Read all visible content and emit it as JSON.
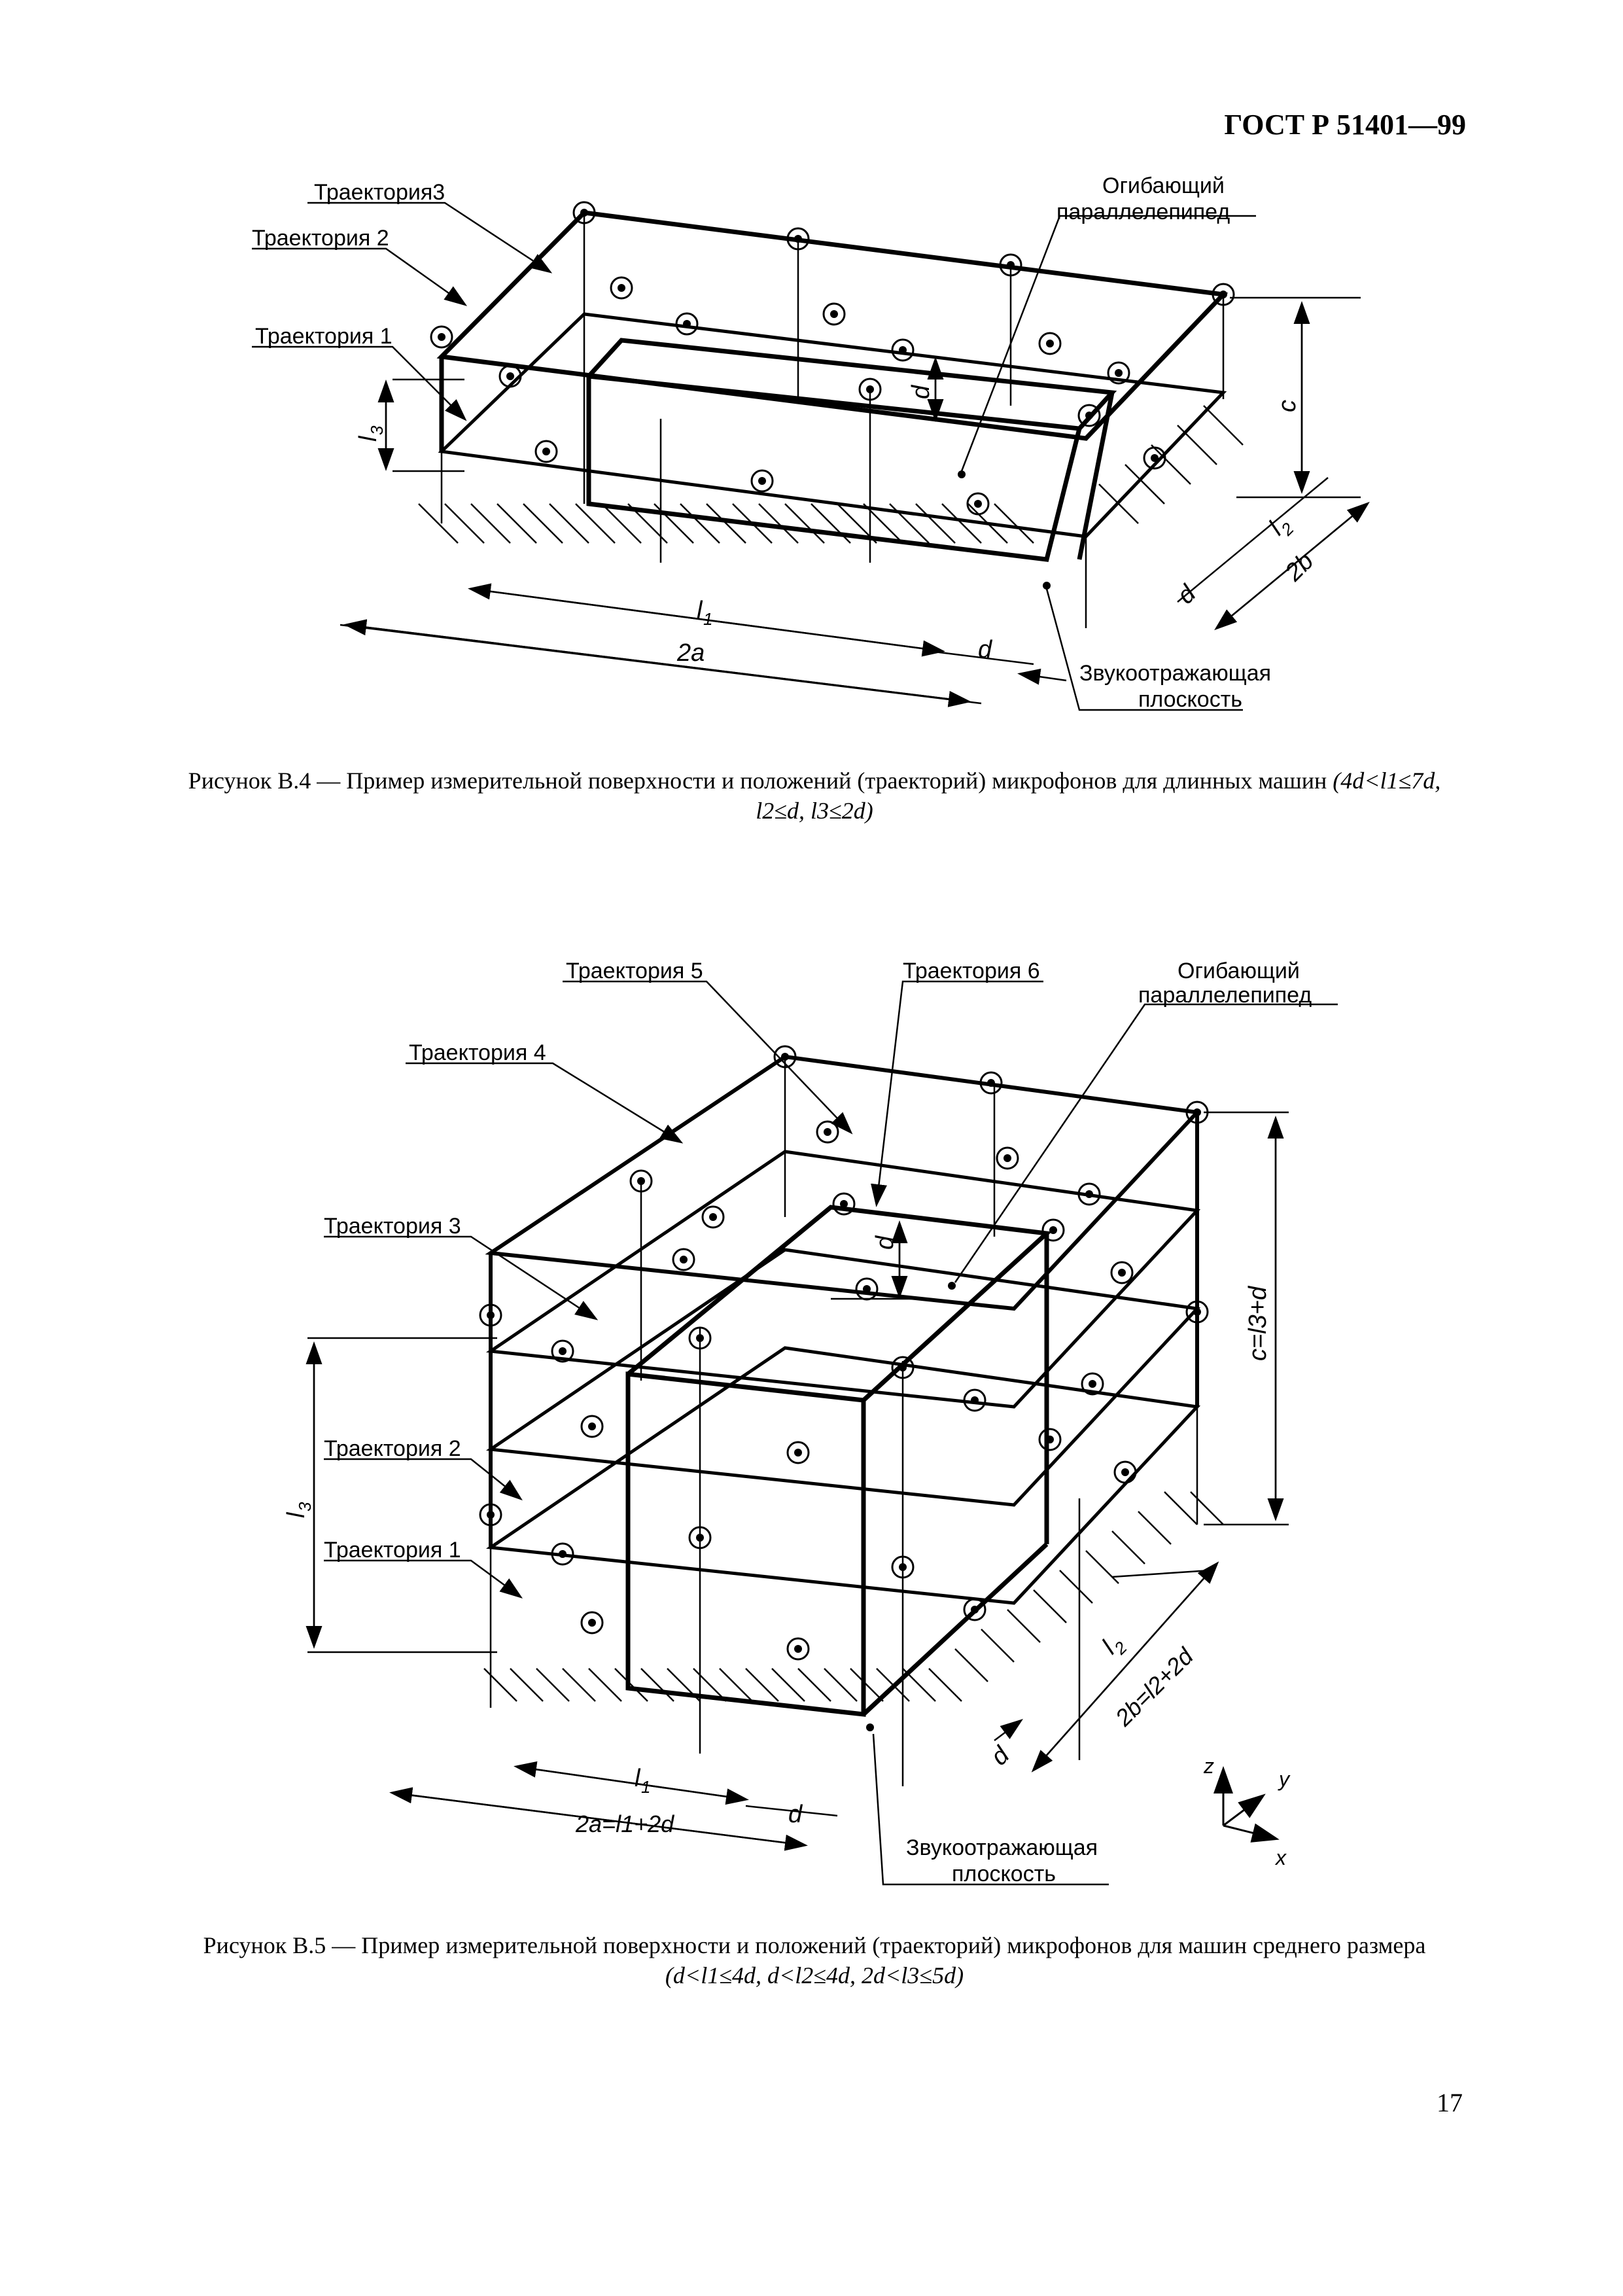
{
  "header": {
    "doc_code": "ГОСТ Р 51401—99"
  },
  "figure_b4": {
    "labels": {
      "traj3": "Траектория3",
      "traj2": "Траектория 2",
      "traj1": "Траектория 1",
      "envelope_line1": "Огибающий",
      "envelope_line2": "параллелепипед",
      "reflect_line1": "Звукоотражающая",
      "reflect_line2": "плоскость"
    },
    "dims": {
      "l3": "l",
      "l3_sub": "3",
      "c": "c",
      "d_top": "d",
      "l2": "l",
      "l2_sub": "2",
      "twob": "2b",
      "d_right": "d",
      "l1": "l",
      "l1_sub": "1",
      "twoa": "2a",
      "d_bottom": "d"
    },
    "caption": {
      "text": "Рисунок В.4 — Пример измерительной поверхности и положений (траекторий) микрофонов для длинных машин",
      "formula": "(4d<l1≤7d, l2≤d, l3≤2d)"
    }
  },
  "figure_b5": {
    "labels": {
      "traj5": "Траектория 5",
      "traj6": "Траектория 6",
      "envelope_line1": "Огибающий",
      "envelope_line2": "параллелепипед",
      "traj4": "Траектория 4",
      "traj3": "Траектория 3",
      "traj2": "Траектория 2",
      "traj1": "Траектория 1",
      "reflect_line1": "Звукоотражающая",
      "reflect_line2": "плоскость"
    },
    "dims": {
      "d_top": "d",
      "c": "c=l3+d",
      "l3": "l",
      "l3_sub": "3",
      "l2": "l",
      "l2_sub": "2",
      "twob": "2b=l2+2d",
      "d_right": "d",
      "l1": "l",
      "l1_sub": "1",
      "twoa": "2a=l1+2d",
      "d_bottom": "d"
    },
    "axes": {
      "z": "z",
      "y": "y",
      "x": "x"
    },
    "caption": {
      "text": "Рисунок В.5 — Пример измерительной поверхности и положений (траекторий) микрофонов для машин среднего размера",
      "formula": "(d<l1≤4d, d<l2≤4d, 2d<l3≤5d)"
    }
  },
  "page": {
    "number": "17"
  }
}
